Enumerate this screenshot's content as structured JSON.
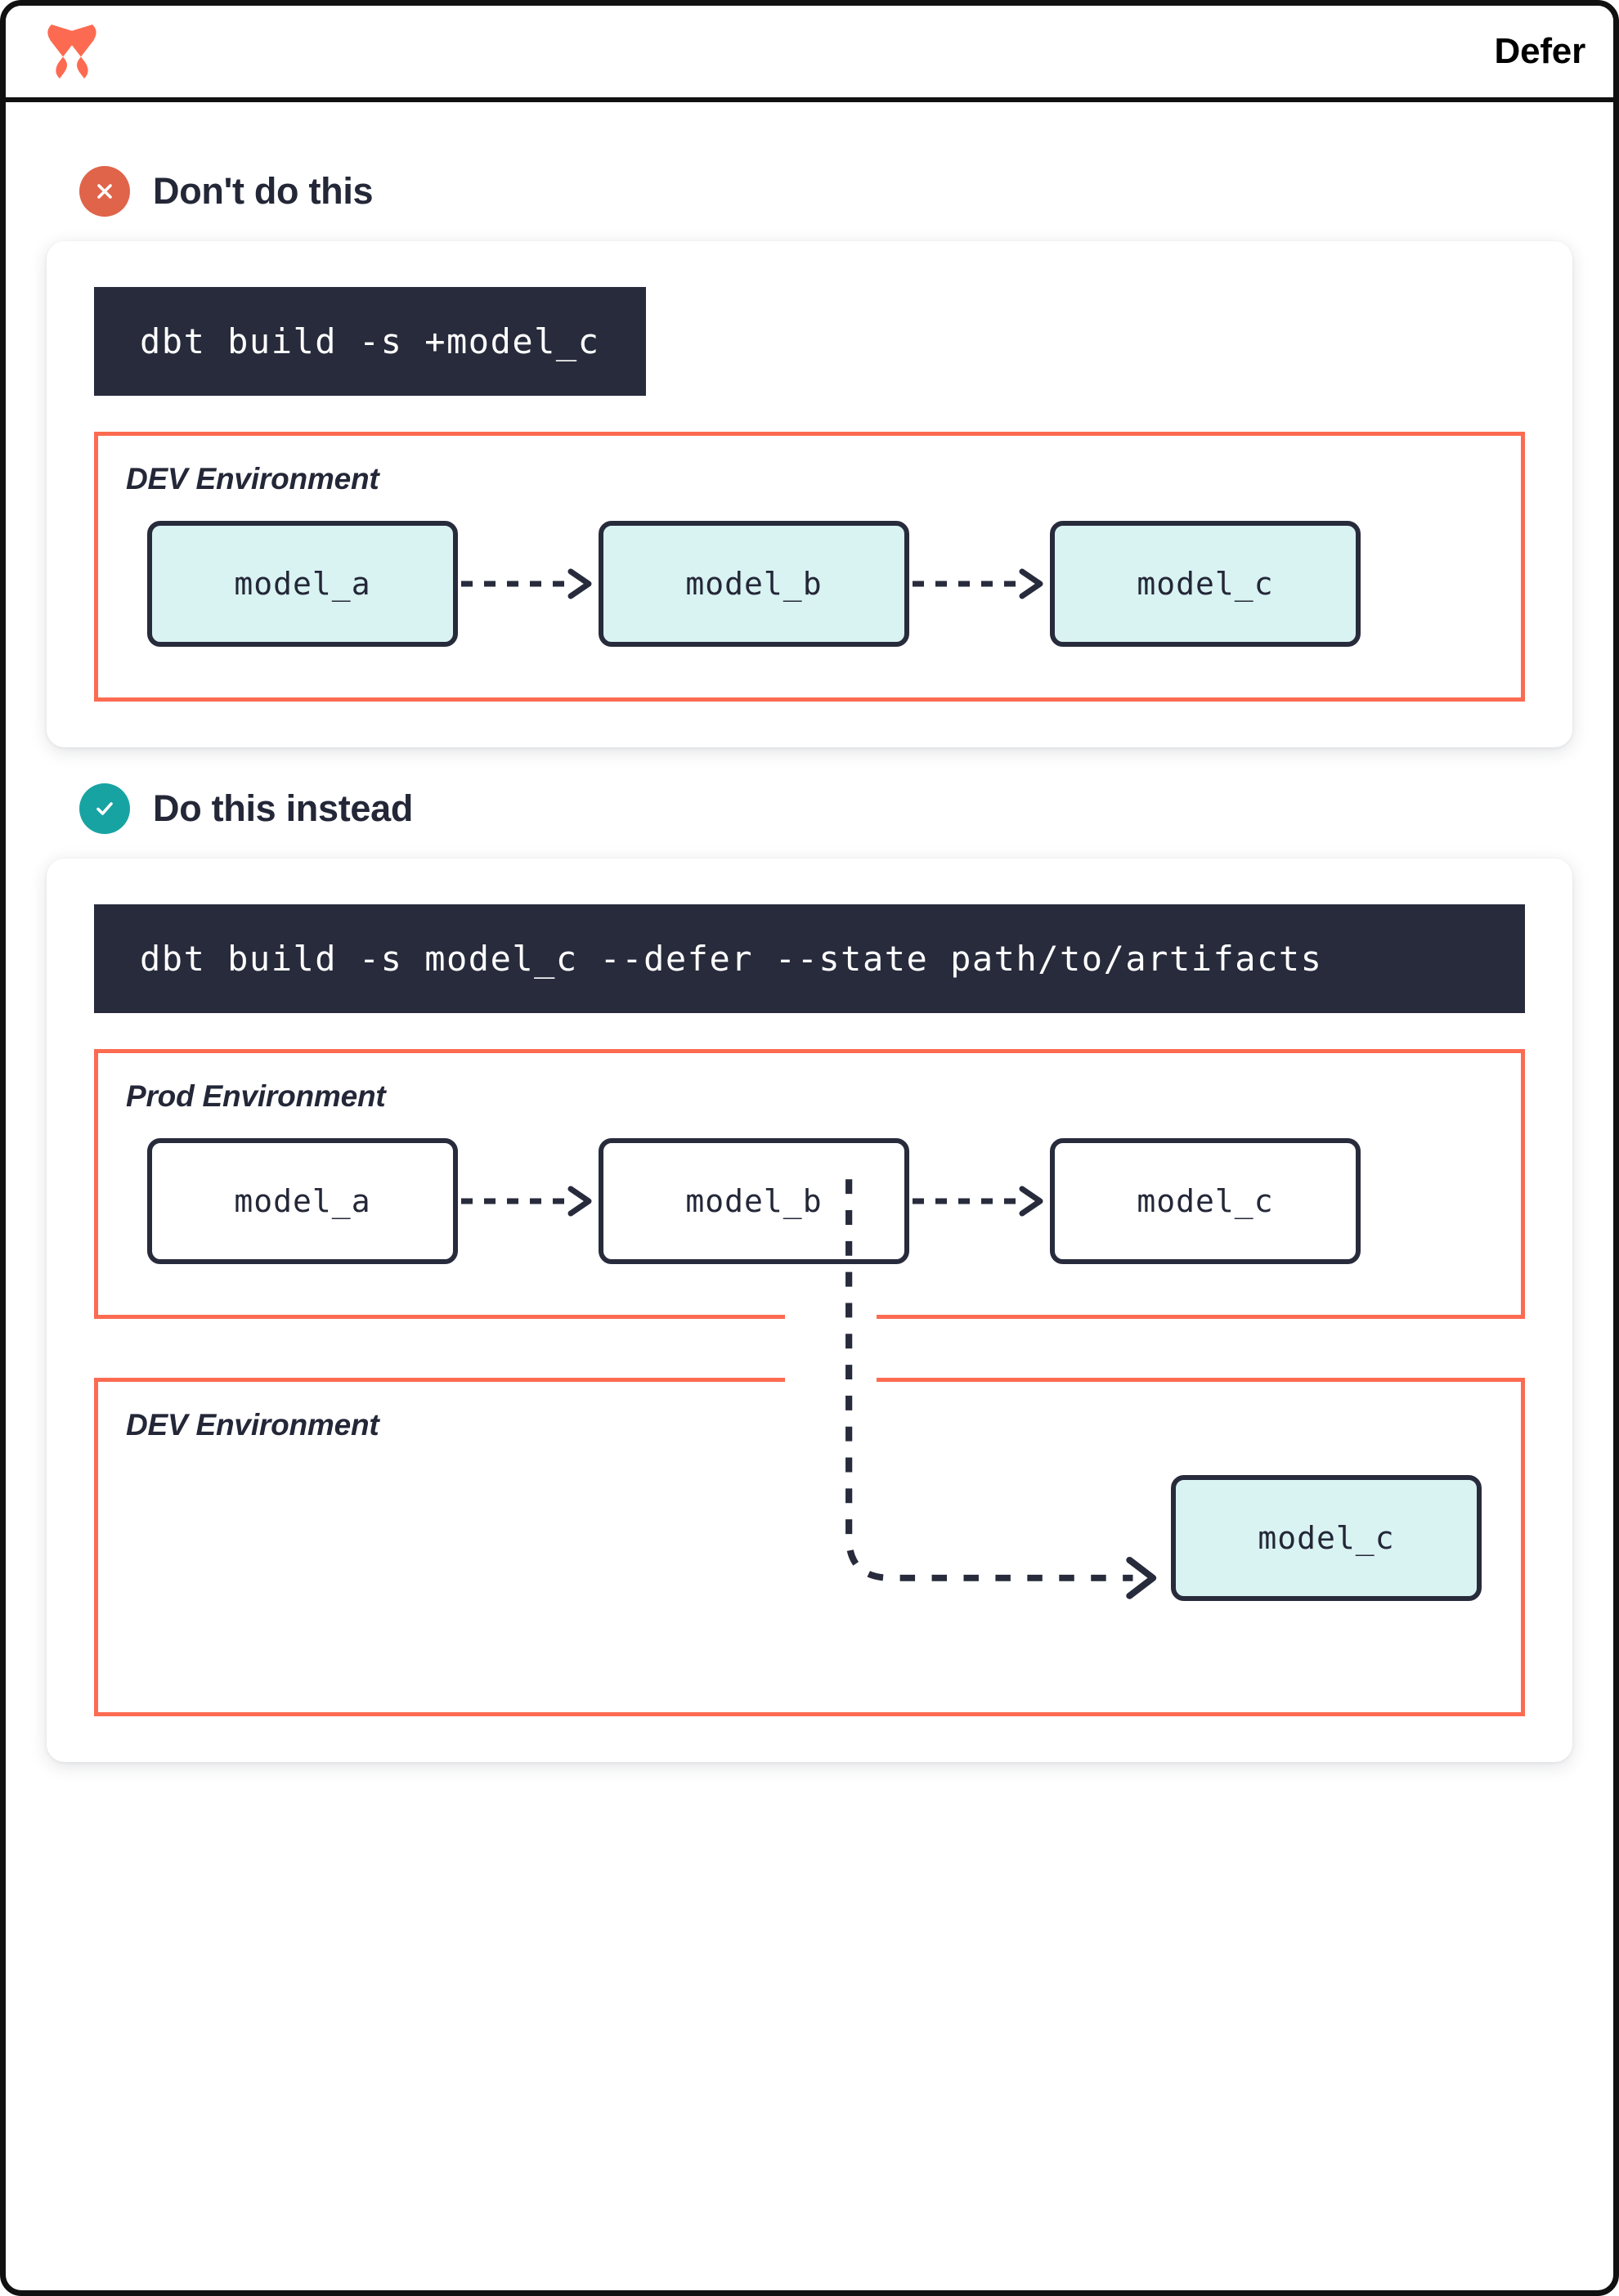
{
  "topbar": {
    "logo_name": "dbt-logo",
    "title": "Defer"
  },
  "colors": {
    "accent_orange": "#FC6B51",
    "logo_orange": "#FC6B51",
    "bad_badge": "#E0644A",
    "good_badge": "#18A3A3",
    "code_bg": "#272B3B",
    "model_fill": "#D9F2F2",
    "model_stroke": "#272B3B",
    "text_dark": "#232737"
  },
  "sections": [
    {
      "id": "dont-do-this",
      "badge_icon": "x-icon",
      "title": "Don't do this",
      "command": "dbt build -s +model_c",
      "environments": [
        {
          "label": "DEV Environment",
          "models": [
            "model_a",
            "model_b",
            "model_c"
          ]
        }
      ]
    },
    {
      "id": "do-this-instead",
      "badge_icon": "check-icon",
      "title": "Do this instead",
      "command": "dbt build -s model_c --defer --state path/to/artifacts",
      "environments": [
        {
          "label": "Prod Environment",
          "models": [
            "model_a",
            "model_b",
            "model_c"
          ]
        },
        {
          "label": "DEV Environment",
          "models": [
            "model_c"
          ]
        }
      ]
    }
  ]
}
